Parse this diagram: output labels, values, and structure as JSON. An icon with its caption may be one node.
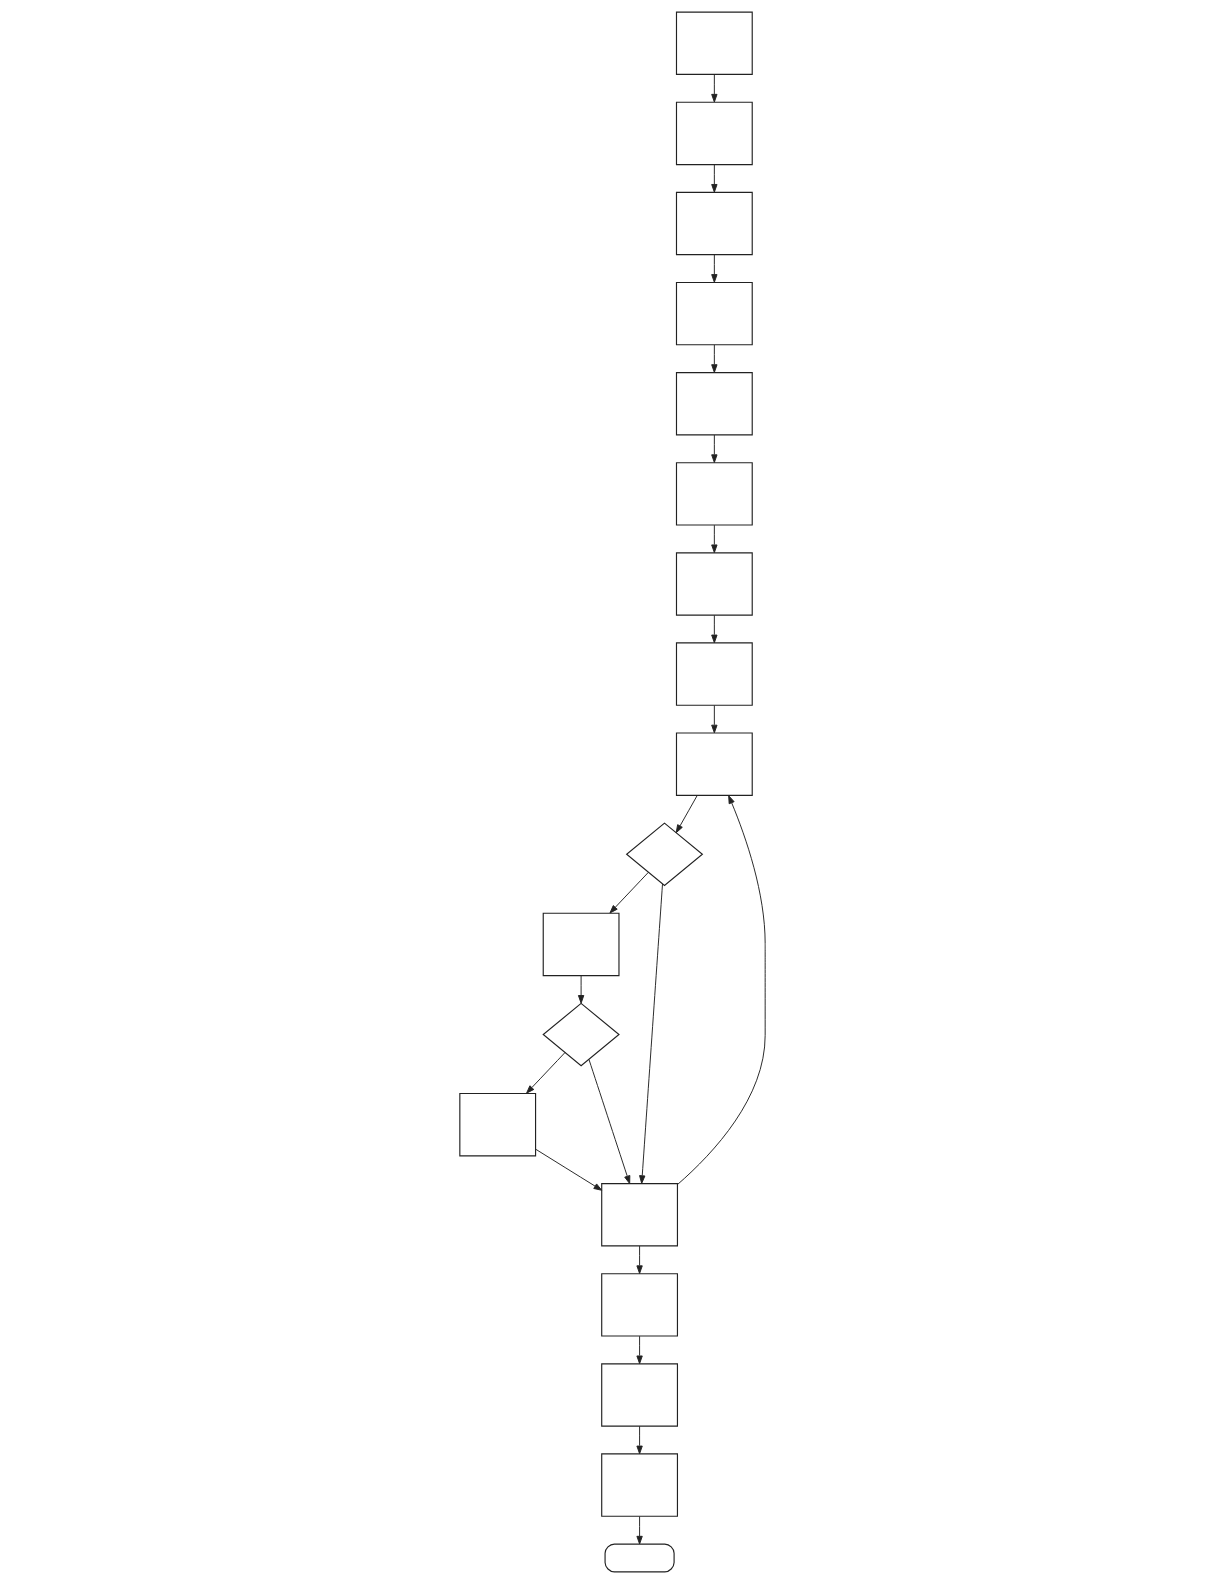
{
  "diagram": {
    "nodes": [
      {
        "text": [],
        "shape": "box"
      },
      {
        "text": [],
        "shape": "box"
      },
      {
        "text": [],
        "shape": "box"
      },
      {
        "text": [],
        "shape": "box"
      },
      {
        "text": [],
        "shape": "box"
      },
      {
        "text": [],
        "shape": "box"
      },
      {
        "text": [],
        "shape": "box"
      },
      {
        "text": [],
        "shape": "box"
      },
      {
        "text": [],
        "shape": "box"
      },
      {
        "text": [],
        "shape": "diamond"
      },
      {
        "text": [],
        "shape": "box"
      },
      {
        "text": [],
        "shape": "diamond"
      },
      {
        "text": [],
        "shape": "box"
      },
      {
        "text": [],
        "shape": "box"
      },
      {
        "text": [],
        "shape": "box"
      },
      {
        "text": [],
        "shape": "box"
      },
      {
        "text": [],
        "shape": "box"
      },
      {
        "text": [],
        "shape": "oval"
      }
    ],
    "edges": [
      {
        "from": 0,
        "to": 1,
        "arrow": "to"
      },
      {
        "from": 1,
        "to": 2,
        "arrow": "to"
      },
      {
        "from": 2,
        "to": 3,
        "arrow": "to"
      },
      {
        "from": 3,
        "to": 4,
        "arrow": "to"
      },
      {
        "from": 4,
        "to": 5,
        "arrow": "to"
      },
      {
        "from": 5,
        "to": 6,
        "arrow": "to"
      },
      {
        "from": 6,
        "to": 7,
        "arrow": "to"
      },
      {
        "from": 7,
        "to": 8,
        "arrow": "to"
      },
      {
        "from": 8,
        "to": 9,
        "arrow": "to"
      },
      {
        "from": 9,
        "to": 10,
        "arrow": "to"
      },
      {
        "from": 10,
        "to": 11,
        "arrow": "to"
      },
      {
        "from": 11,
        "to": 12,
        "arrow": "to"
      },
      {
        "from": 9,
        "to": 13,
        "arrow": "to"
      },
      {
        "from": 11,
        "to": 13,
        "arrow": "to"
      },
      {
        "from": 12,
        "to": 13,
        "arrow": "to"
      },
      {
        "from": 13,
        "to": 8,
        "arrow": "to"
      },
      {
        "from": 13,
        "to": 14,
        "arrow": "to"
      },
      {
        "from": 14,
        "to": 15,
        "arrow": "to"
      },
      {
        "from": 15,
        "to": 16,
        "arrow": "to"
      },
      {
        "from": 16,
        "to": 17,
        "arrow": "to"
      }
    ]
  }
}
